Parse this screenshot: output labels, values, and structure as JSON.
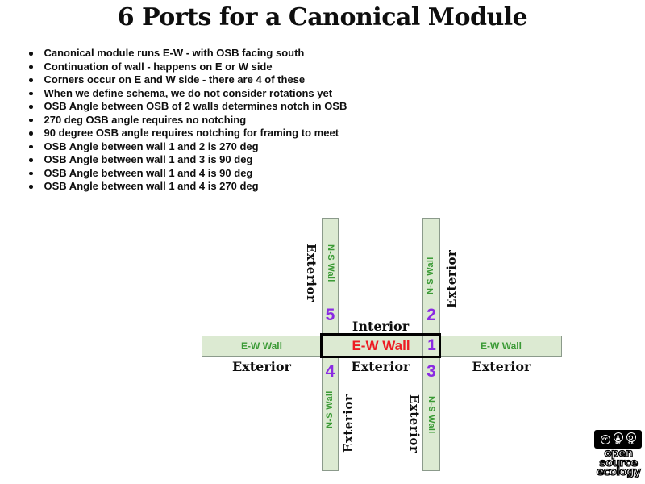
{
  "title": "6 Ports for a Canonical Module",
  "bullets": [
    "Canonical module runs E-W - with OSB facing south",
    "Continuation of wall - happens on E or W side",
    "Corners occur on E and W side - there are 4 of these",
    "When we define schema, we do not consider rotations yet",
    "OSB Angle between OSB of 2 walls determines notch in OSB",
    "270 deg OSB angle requires no notching",
    "90 degree OSB angle requires notching for framing to meet",
    "OSB Angle between wall 1 and 2 is 270 deg",
    "OSB Angle between wall 1 and 3 is 90 deg",
    "OSB Angle between wall 1 and 4 is 90 deg",
    "OSB Angle between wall 1 and 4 is 270 deg"
  ],
  "diagram": {
    "ew_wall_label": "E-W Wall",
    "ew_wall_center_label": "E-W Wall",
    "ns_wall_label": "N-S Wall",
    "interior_label": "Interior",
    "exterior_label": "Exterior",
    "ports": {
      "p1": "1",
      "p2": "2",
      "p3": "3",
      "p4": "4",
      "p5": "5"
    }
  },
  "colors": {
    "wall_fill": "#dcead2",
    "wall_border": "#8b9a8b",
    "wall_text_green": "#3a9a35",
    "port_purple": "#8a2be2",
    "red_label": "#ed1c24"
  },
  "footer": {
    "cc": {
      "cc_label": "cc",
      "by_label": "BY",
      "sa_label": "SA"
    },
    "logo": {
      "line1": "open",
      "line2": "source",
      "line3": "ecology"
    }
  }
}
